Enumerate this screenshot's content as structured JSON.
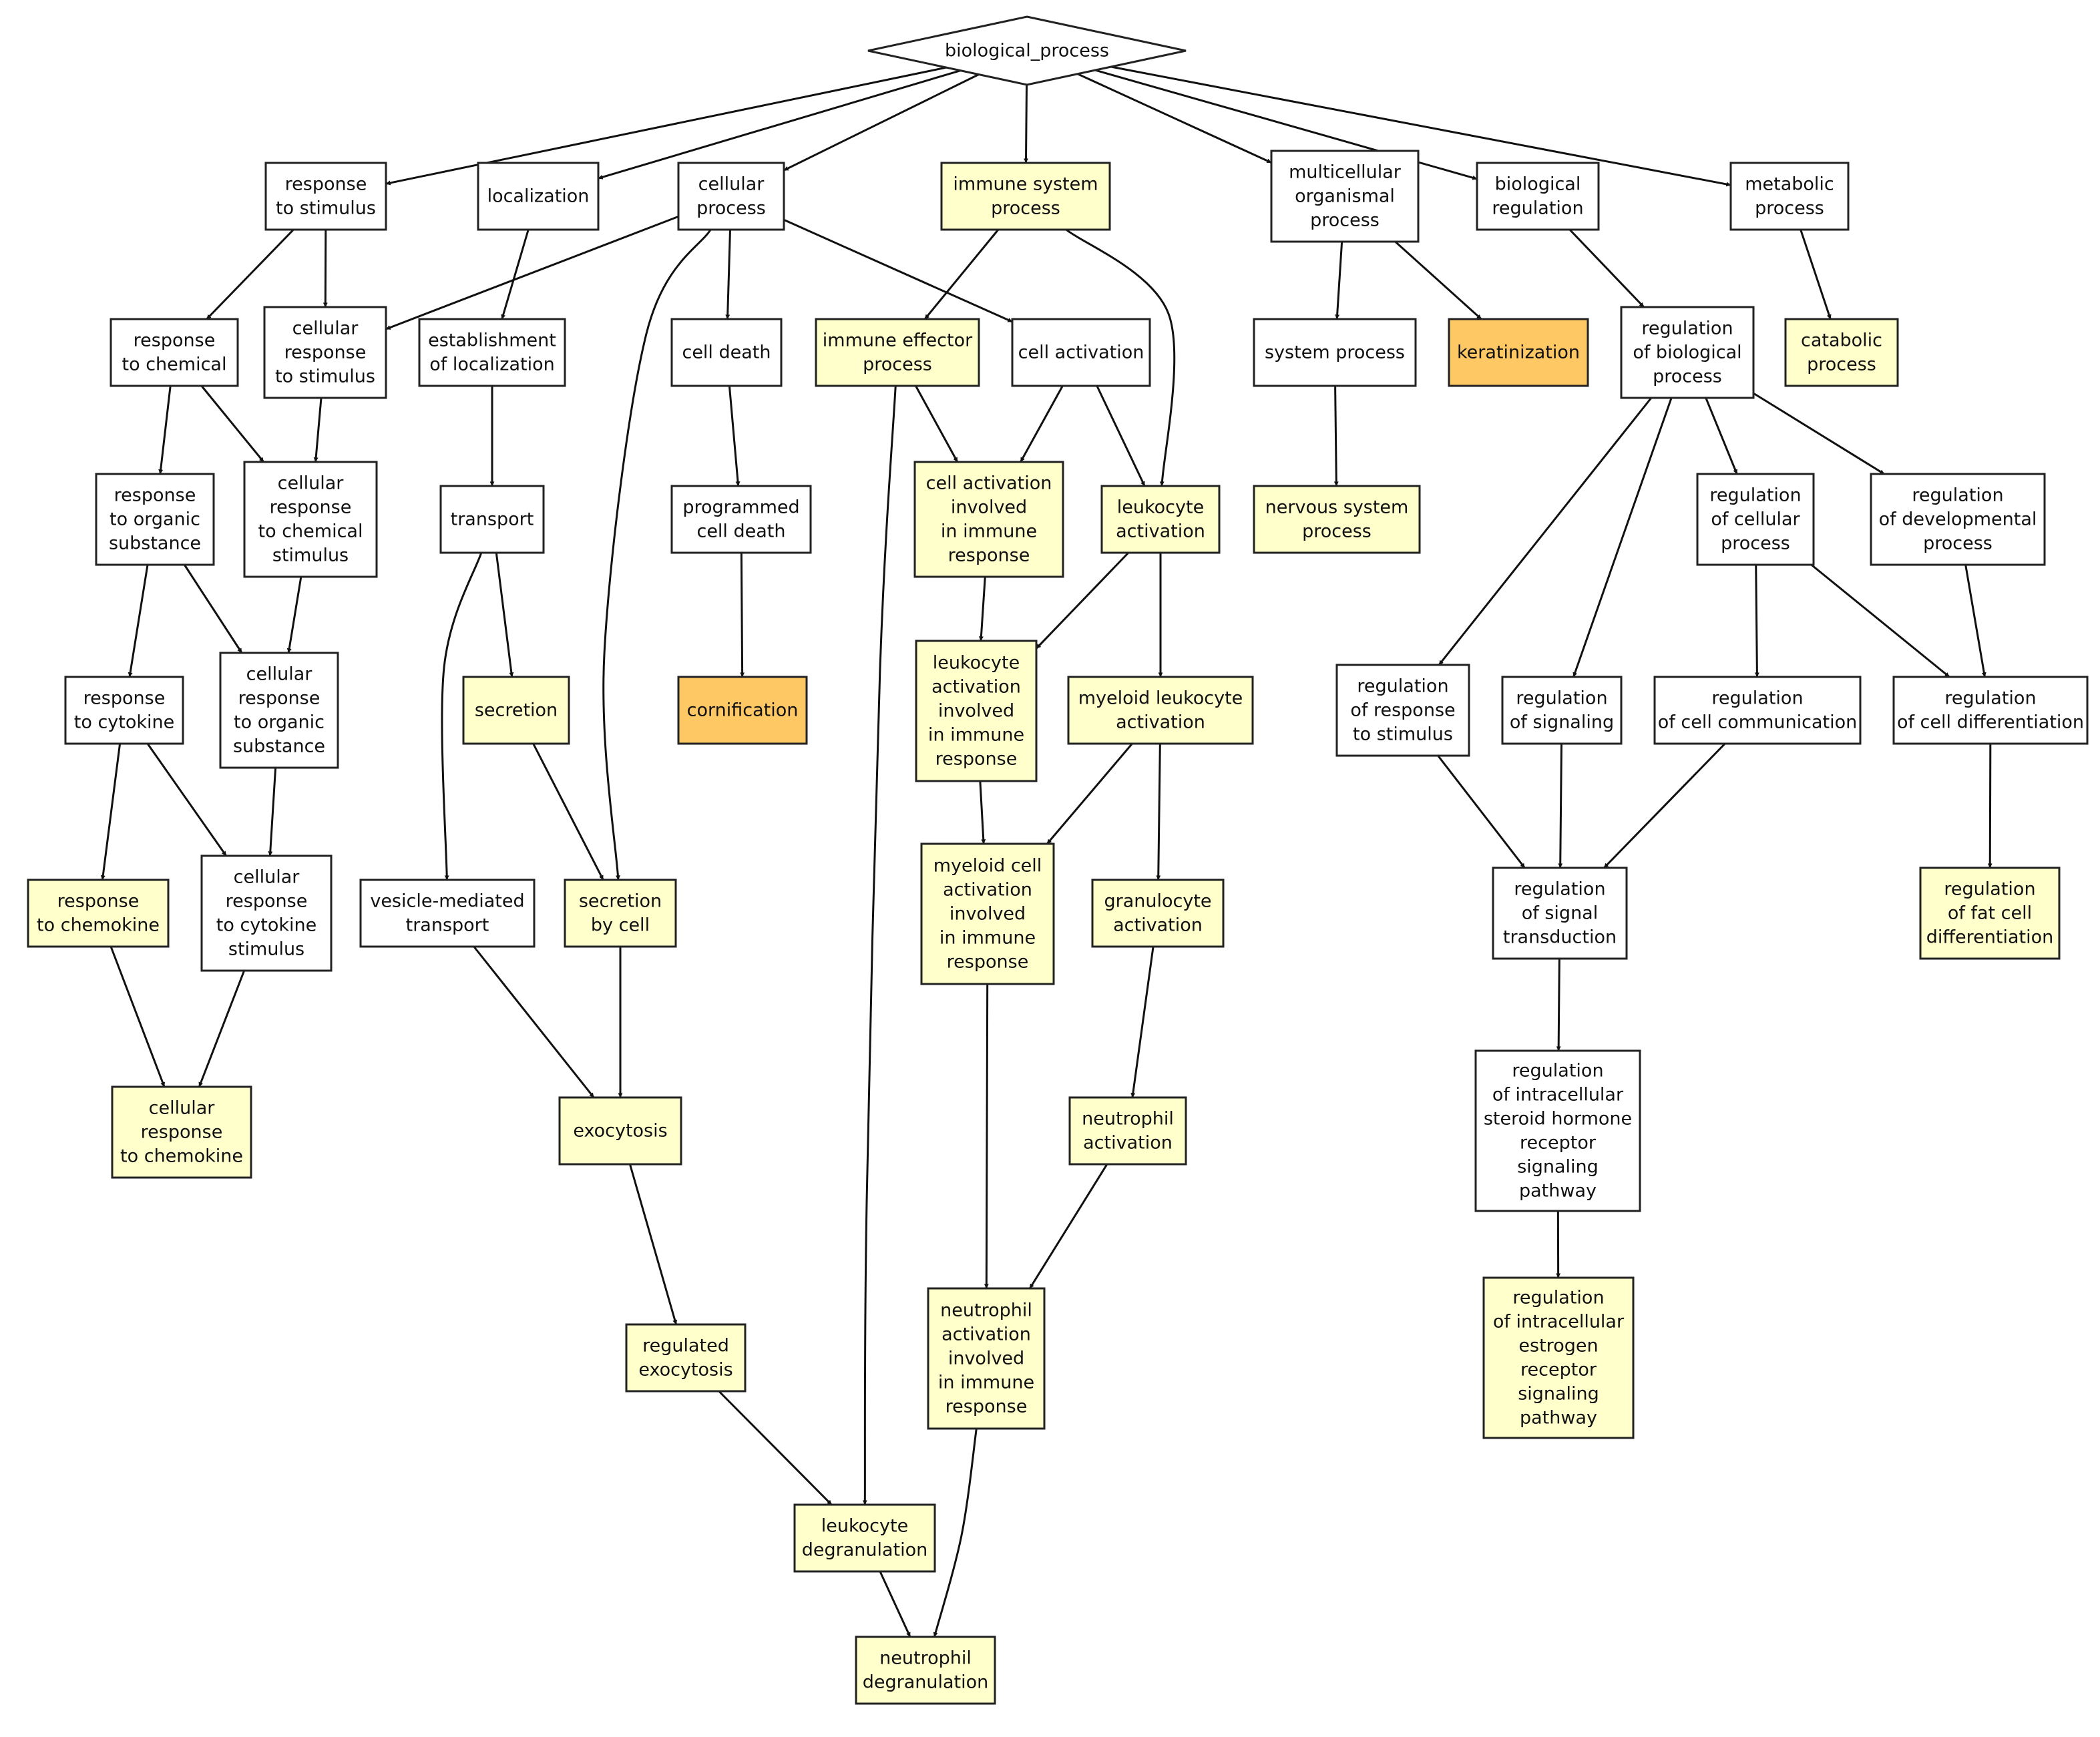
{
  "colors": {
    "plain": "#ffffff",
    "light": "#ffffcc",
    "strong": "#fec964",
    "stroke": "#222222",
    "edge": "#111111"
  },
  "nodes": [
    {
      "id": "biological_process",
      "lines": [
        "biological_process"
      ],
      "fill": "plain",
      "shape": "diamond"
    },
    {
      "id": "response_to_stimulus",
      "lines": [
        "response",
        "to stimulus"
      ],
      "fill": "plain"
    },
    {
      "id": "localization",
      "lines": [
        "localization"
      ],
      "fill": "plain"
    },
    {
      "id": "cellular_process",
      "lines": [
        "cellular",
        "process"
      ],
      "fill": "plain"
    },
    {
      "id": "immune_system_process",
      "lines": [
        "immune system",
        "process"
      ],
      "fill": "light"
    },
    {
      "id": "multicellular_organismal_process",
      "lines": [
        "multicellular",
        "organismal",
        "process"
      ],
      "fill": "plain"
    },
    {
      "id": "biological_regulation",
      "lines": [
        "biological",
        "regulation"
      ],
      "fill": "plain"
    },
    {
      "id": "metabolic_process",
      "lines": [
        "metabolic",
        "process"
      ],
      "fill": "plain"
    },
    {
      "id": "response_to_chemical",
      "lines": [
        "response",
        "to chemical"
      ],
      "fill": "plain"
    },
    {
      "id": "cellular_response_to_stimulus",
      "lines": [
        "cellular",
        "response",
        "to stimulus"
      ],
      "fill": "plain"
    },
    {
      "id": "establishment_of_localization",
      "lines": [
        "establishment",
        "of localization"
      ],
      "fill": "plain"
    },
    {
      "id": "cell_death",
      "lines": [
        "cell death"
      ],
      "fill": "plain"
    },
    {
      "id": "immune_effector_process",
      "lines": [
        "immune effector",
        "process"
      ],
      "fill": "light"
    },
    {
      "id": "cell_activation",
      "lines": [
        "cell activation"
      ],
      "fill": "plain"
    },
    {
      "id": "system_process",
      "lines": [
        "system process"
      ],
      "fill": "plain"
    },
    {
      "id": "keratinization",
      "lines": [
        "keratinization"
      ],
      "fill": "strong"
    },
    {
      "id": "regulation_of_biological_process",
      "lines": [
        "regulation",
        "of biological",
        "process"
      ],
      "fill": "plain"
    },
    {
      "id": "catabolic_process",
      "lines": [
        "catabolic",
        "process"
      ],
      "fill": "light"
    },
    {
      "id": "response_to_organic_substance",
      "lines": [
        "response",
        "to organic",
        "substance"
      ],
      "fill": "plain"
    },
    {
      "id": "cellular_response_to_chemical_stimulus",
      "lines": [
        "cellular",
        "response",
        "to chemical",
        "stimulus"
      ],
      "fill": "plain"
    },
    {
      "id": "transport",
      "lines": [
        "transport"
      ],
      "fill": "plain"
    },
    {
      "id": "programmed_cell_death",
      "lines": [
        "programmed",
        "cell death"
      ],
      "fill": "plain"
    },
    {
      "id": "cell_activation_involved_in_immune_response",
      "lines": [
        "cell activation",
        "involved",
        "in immune",
        "response"
      ],
      "fill": "light"
    },
    {
      "id": "leukocyte_activation",
      "lines": [
        "leukocyte",
        "activation"
      ],
      "fill": "light"
    },
    {
      "id": "nervous_system_process",
      "lines": [
        "nervous system",
        "process"
      ],
      "fill": "light"
    },
    {
      "id": "regulation_of_cellular_process",
      "lines": [
        "regulation",
        "of cellular",
        "process"
      ],
      "fill": "plain"
    },
    {
      "id": "regulation_of_developmental_process",
      "lines": [
        "regulation",
        "of developmental",
        "process"
      ],
      "fill": "plain"
    },
    {
      "id": "response_to_cytokine",
      "lines": [
        "response",
        "to cytokine"
      ],
      "fill": "plain"
    },
    {
      "id": "cellular_response_to_organic_substance",
      "lines": [
        "cellular",
        "response",
        "to organic",
        "substance"
      ],
      "fill": "plain"
    },
    {
      "id": "secretion",
      "lines": [
        "secretion"
      ],
      "fill": "light"
    },
    {
      "id": "cornification",
      "lines": [
        "cornification"
      ],
      "fill": "strong"
    },
    {
      "id": "leukocyte_activation_involved_in_immune_response",
      "lines": [
        "leukocyte",
        "activation",
        "involved",
        "in immune",
        "response"
      ],
      "fill": "light"
    },
    {
      "id": "myeloid_leukocyte_activation",
      "lines": [
        "myeloid leukocyte",
        "activation"
      ],
      "fill": "light"
    },
    {
      "id": "regulation_of_response_to_stimulus",
      "lines": [
        "regulation",
        "of response",
        "to stimulus"
      ],
      "fill": "plain"
    },
    {
      "id": "regulation_of_signaling",
      "lines": [
        "regulation",
        "of signaling"
      ],
      "fill": "plain"
    },
    {
      "id": "regulation_of_cell_communication",
      "lines": [
        "regulation",
        "of cell communication"
      ],
      "fill": "plain"
    },
    {
      "id": "regulation_of_cell_differentiation",
      "lines": [
        "regulation",
        "of cell differentiation"
      ],
      "fill": "plain"
    },
    {
      "id": "response_to_chemokine",
      "lines": [
        "response",
        "to chemokine"
      ],
      "fill": "light"
    },
    {
      "id": "cellular_response_to_cytokine_stimulus",
      "lines": [
        "cellular",
        "response",
        "to cytokine",
        "stimulus"
      ],
      "fill": "plain"
    },
    {
      "id": "vesicle_mediated_transport",
      "lines": [
        "vesicle-mediated",
        "transport"
      ],
      "fill": "plain"
    },
    {
      "id": "secretion_by_cell",
      "lines": [
        "secretion",
        "by cell"
      ],
      "fill": "light"
    },
    {
      "id": "myeloid_cell_activation_involved_in_immune_response",
      "lines": [
        "myeloid cell",
        "activation",
        "involved",
        "in immune",
        "response"
      ],
      "fill": "light"
    },
    {
      "id": "granulocyte_activation",
      "lines": [
        "granulocyte",
        "activation"
      ],
      "fill": "light"
    },
    {
      "id": "regulation_of_signal_transduction",
      "lines": [
        "regulation",
        "of signal",
        "transduction"
      ],
      "fill": "plain"
    },
    {
      "id": "regulation_of_fat_cell_differentiation",
      "lines": [
        "regulation",
        "of fat cell",
        "differentiation"
      ],
      "fill": "light"
    },
    {
      "id": "cellular_response_to_chemokine",
      "lines": [
        "cellular",
        "response",
        "to chemokine"
      ],
      "fill": "light"
    },
    {
      "id": "exocytosis",
      "lines": [
        "exocytosis"
      ],
      "fill": "light"
    },
    {
      "id": "neutrophil_activation",
      "lines": [
        "neutrophil",
        "activation"
      ],
      "fill": "light"
    },
    {
      "id": "regulation_of_intracellular_steroid_hormone_receptor_signaling_pathway",
      "lines": [
        "regulation",
        "of intracellular",
        "steroid hormone",
        "receptor",
        "signaling",
        "pathway"
      ],
      "fill": "plain"
    },
    {
      "id": "regulated_exocytosis",
      "lines": [
        "regulated",
        "exocytosis"
      ],
      "fill": "light"
    },
    {
      "id": "neutrophil_activation_involved_in_immune_response",
      "lines": [
        "neutrophil",
        "activation",
        "involved",
        "in immune",
        "response"
      ],
      "fill": "light"
    },
    {
      "id": "regulation_of_intracellular_estrogen_receptor_signaling_pathway",
      "lines": [
        "regulation",
        "of intracellular",
        "estrogen",
        "receptor",
        "signaling",
        "pathway"
      ],
      "fill": "light"
    },
    {
      "id": "leukocyte_degranulation",
      "lines": [
        "leukocyte",
        "degranulation"
      ],
      "fill": "light"
    },
    {
      "id": "neutrophil_degranulation",
      "lines": [
        "neutrophil",
        "degranulation"
      ],
      "fill": "light"
    }
  ],
  "edges": [
    [
      "biological_process",
      "response_to_stimulus"
    ],
    [
      "biological_process",
      "localization"
    ],
    [
      "biological_process",
      "cellular_process"
    ],
    [
      "biological_process",
      "immune_system_process"
    ],
    [
      "biological_process",
      "multicellular_organismal_process"
    ],
    [
      "biological_process",
      "biological_regulation"
    ],
    [
      "biological_process",
      "metabolic_process"
    ],
    [
      "response_to_stimulus",
      "response_to_chemical"
    ],
    [
      "response_to_stimulus",
      "cellular_response_to_stimulus"
    ],
    [
      "cellular_process",
      "cellular_response_to_stimulus"
    ],
    [
      "localization",
      "establishment_of_localization"
    ],
    [
      "cellular_process",
      "cell_death"
    ],
    [
      "cellular_process",
      "cell_activation"
    ],
    [
      "cellular_process",
      "secretion_by_cell"
    ],
    [
      "immune_system_process",
      "immune_effector_process"
    ],
    [
      "immune_system_process",
      "leukocyte_activation"
    ],
    [
      "multicellular_organismal_process",
      "system_process"
    ],
    [
      "multicellular_organismal_process",
      "keratinization"
    ],
    [
      "biological_regulation",
      "regulation_of_biological_process"
    ],
    [
      "metabolic_process",
      "catabolic_process"
    ],
    [
      "response_to_chemical",
      "response_to_organic_substance"
    ],
    [
      "response_to_chemical",
      "cellular_response_to_chemical_stimulus"
    ],
    [
      "cellular_response_to_stimulus",
      "cellular_response_to_chemical_stimulus"
    ],
    [
      "establishment_of_localization",
      "transport"
    ],
    [
      "cell_death",
      "programmed_cell_death"
    ],
    [
      "immune_effector_process",
      "cell_activation_involved_in_immune_response"
    ],
    [
      "immune_effector_process",
      "leukocyte_degranulation"
    ],
    [
      "cell_activation",
      "cell_activation_involved_in_immune_response"
    ],
    [
      "cell_activation",
      "leukocyte_activation"
    ],
    [
      "system_process",
      "nervous_system_process"
    ],
    [
      "regulation_of_biological_process",
      "regulation_of_response_to_stimulus"
    ],
    [
      "regulation_of_biological_process",
      "regulation_of_signaling"
    ],
    [
      "regulation_of_biological_process",
      "regulation_of_cellular_process"
    ],
    [
      "regulation_of_biological_process",
      "regulation_of_developmental_process"
    ],
    [
      "response_to_organic_substance",
      "response_to_cytokine"
    ],
    [
      "response_to_organic_substance",
      "cellular_response_to_organic_substance"
    ],
    [
      "cellular_response_to_chemical_stimulus",
      "cellular_response_to_organic_substance"
    ],
    [
      "transport",
      "secretion"
    ],
    [
      "transport",
      "vesicle_mediated_transport"
    ],
    [
      "programmed_cell_death",
      "cornification"
    ],
    [
      "cell_activation_involved_in_immune_response",
      "leukocyte_activation_involved_in_immune_response"
    ],
    [
      "leukocyte_activation",
      "leukocyte_activation_involved_in_immune_response"
    ],
    [
      "leukocyte_activation",
      "myeloid_leukocyte_activation"
    ],
    [
      "regulation_of_cellular_process",
      "regulation_of_cell_communication"
    ],
    [
      "regulation_of_cellular_process",
      "regulation_of_cell_differentiation"
    ],
    [
      "regulation_of_developmental_process",
      "regulation_of_cell_differentiation"
    ],
    [
      "response_to_cytokine",
      "response_to_chemokine"
    ],
    [
      "response_to_cytokine",
      "cellular_response_to_cytokine_stimulus"
    ],
    [
      "cellular_response_to_organic_substance",
      "cellular_response_to_cytokine_stimulus"
    ],
    [
      "secretion",
      "secretion_by_cell"
    ],
    [
      "leukocyte_activation_involved_in_immune_response",
      "myeloid_cell_activation_involved_in_immune_response"
    ],
    [
      "myeloid_leukocyte_activation",
      "myeloid_cell_activation_involved_in_immune_response"
    ],
    [
      "myeloid_leukocyte_activation",
      "granulocyte_activation"
    ],
    [
      "regulation_of_response_to_stimulus",
      "regulation_of_signal_transduction"
    ],
    [
      "regulation_of_signaling",
      "regulation_of_signal_transduction"
    ],
    [
      "regulation_of_cell_communication",
      "regulation_of_signal_transduction"
    ],
    [
      "regulation_of_cell_differentiation",
      "regulation_of_fat_cell_differentiation"
    ],
    [
      "response_to_chemokine",
      "cellular_response_to_chemokine"
    ],
    [
      "cellular_response_to_cytokine_stimulus",
      "cellular_response_to_chemokine"
    ],
    [
      "vesicle_mediated_transport",
      "exocytosis"
    ],
    [
      "secretion_by_cell",
      "exocytosis"
    ],
    [
      "granulocyte_activation",
      "neutrophil_activation"
    ],
    [
      "regulation_of_signal_transduction",
      "regulation_of_intracellular_steroid_hormone_receptor_signaling_pathway"
    ],
    [
      "exocytosis",
      "regulated_exocytosis"
    ],
    [
      "myeloid_cell_activation_involved_in_immune_response",
      "neutrophil_activation_involved_in_immune_response"
    ],
    [
      "neutrophil_activation",
      "neutrophil_activation_involved_in_immune_response"
    ],
    [
      "regulation_of_intracellular_steroid_hormone_receptor_signaling_pathway",
      "regulation_of_intracellular_estrogen_receptor_signaling_pathway"
    ],
    [
      "regulated_exocytosis",
      "leukocyte_degranulation"
    ],
    [
      "leukocyte_degranulation",
      "neutrophil_degranulation"
    ],
    [
      "neutrophil_activation_involved_in_immune_response",
      "neutrophil_degranulation"
    ]
  ]
}
